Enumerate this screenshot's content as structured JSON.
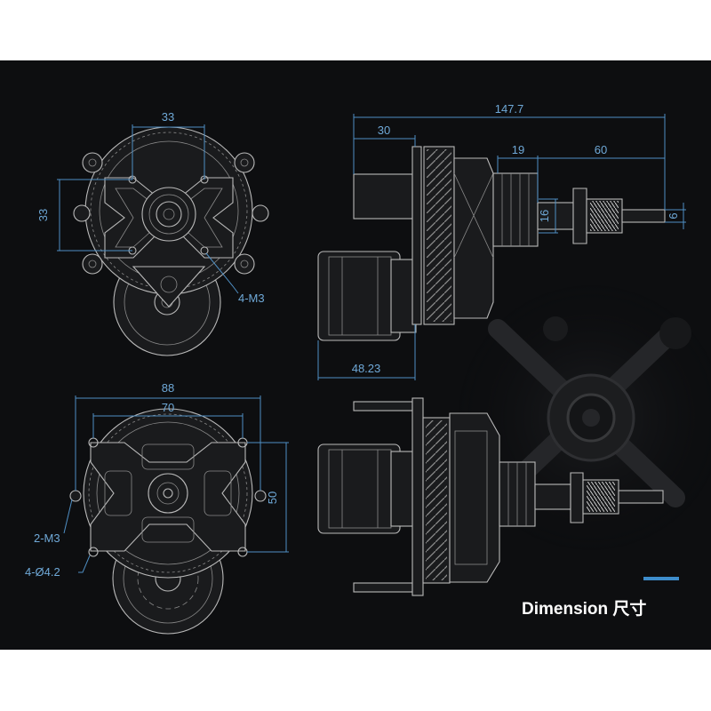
{
  "caption": "Dimension 尺寸",
  "accent_color": "#3e8dcc",
  "background_color": "#0d0e10",
  "front_view": {
    "dim_top": "33",
    "dim_left": "33",
    "callout_hole": "4-M3"
  },
  "bottom_view": {
    "dim_overall_width": "88",
    "dim_hole_width": "70",
    "dim_height": "50",
    "callout_screws": "2-M3",
    "callout_holes": "4-Ø4.2"
  },
  "side_view": {
    "dim_overall_length": "147.7",
    "dim_motor_offset": "30",
    "dim_spacer": "19",
    "dim_shaft": "60",
    "dim_nut_dia": "16",
    "dim_shaft_dia": "6",
    "dim_motor_length": "48.23"
  }
}
